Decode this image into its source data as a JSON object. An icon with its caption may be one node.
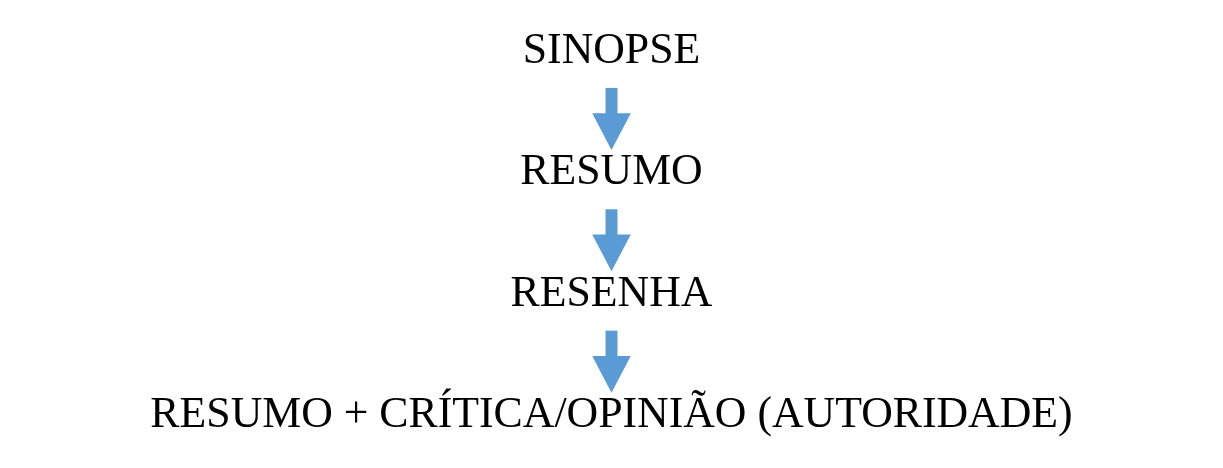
{
  "diagram": {
    "nodes": [
      {
        "text": [
          "SINOPSE"
        ]
      },
      {
        "text": [
          "RESUMO"
        ]
      },
      {
        "text": [
          "RESENHA"
        ]
      },
      {
        "text": [
          "RESUMO + CRÍTICA/OPINIÃO (AUTORIDADE)"
        ]
      }
    ],
    "edges": [
      {
        "from": 0,
        "to": 1,
        "arrow": "to"
      },
      {
        "from": 1,
        "to": 2,
        "arrow": "to"
      },
      {
        "from": 2,
        "to": 3,
        "arrow": "to"
      }
    ]
  }
}
